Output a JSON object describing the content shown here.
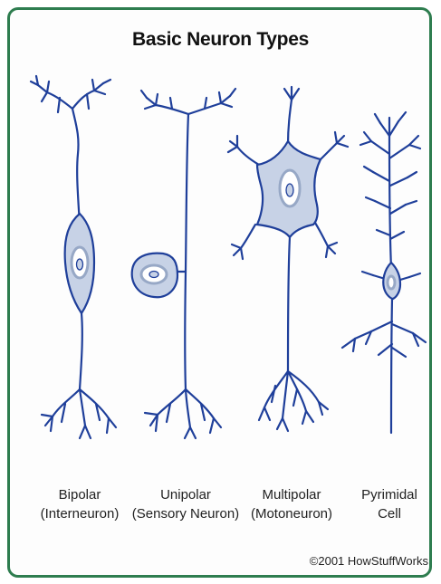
{
  "title": "Basic Neuron Types",
  "neurons": [
    {
      "name": "Bipolar",
      "subtitle": "(Interneuron)"
    },
    {
      "name": "Unipolar",
      "subtitle": "(Sensory Neuron)"
    },
    {
      "name": "Multipolar",
      "subtitle": "(Motoneuron)"
    },
    {
      "name": "Pyrimidal",
      "subtitle": "Cell"
    }
  ],
  "copyright": "©2001 HowStuffWorks",
  "colors": {
    "border": "#2e7d4f",
    "neuron_stroke": "#1f3f9a",
    "soma_fill": "#c7d2e6"
  }
}
